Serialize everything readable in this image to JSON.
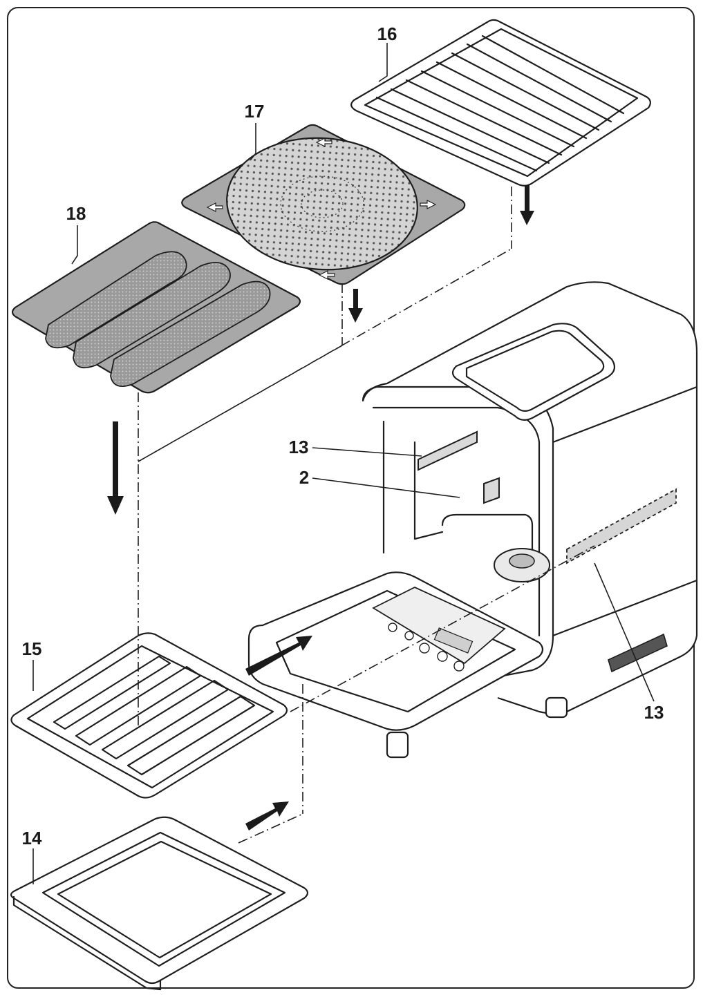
{
  "callouts": [
    {
      "id": "16",
      "label": "16"
    },
    {
      "id": "17",
      "label": "17"
    },
    {
      "id": "18",
      "label": "18"
    },
    {
      "id": "13a",
      "label": "13"
    },
    {
      "id": "2",
      "label": "2"
    },
    {
      "id": "15",
      "label": "15"
    },
    {
      "id": "13b",
      "label": "13"
    },
    {
      "id": "14",
      "label": "14"
    }
  ]
}
